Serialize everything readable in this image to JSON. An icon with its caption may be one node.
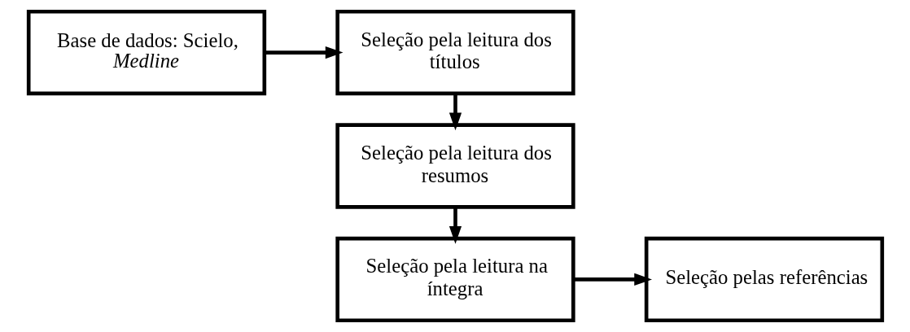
{
  "diagram": {
    "nodes": [
      {
        "text": [
          "Base de dados: Scielo, *Medline*"
        ]
      },
      {
        "text": [
          "Seleção pela leitura dos títulos"
        ]
      },
      {
        "text": [
          "Seleção pela leitura dos resumos"
        ]
      },
      {
        "text": [
          "Seleção pela leitura na íntegra"
        ]
      },
      {
        "text": [
          "Seleção pelas referências"
        ]
      }
    ],
    "edges": [
      {
        "from": 0,
        "to": 1,
        "arrow": "to"
      },
      {
        "from": 1,
        "to": 2,
        "arrow": "to"
      },
      {
        "from": 2,
        "to": 3,
        "arrow": "to"
      },
      {
        "from": 3,
        "to": 4,
        "arrow": "to"
      }
    ]
  }
}
